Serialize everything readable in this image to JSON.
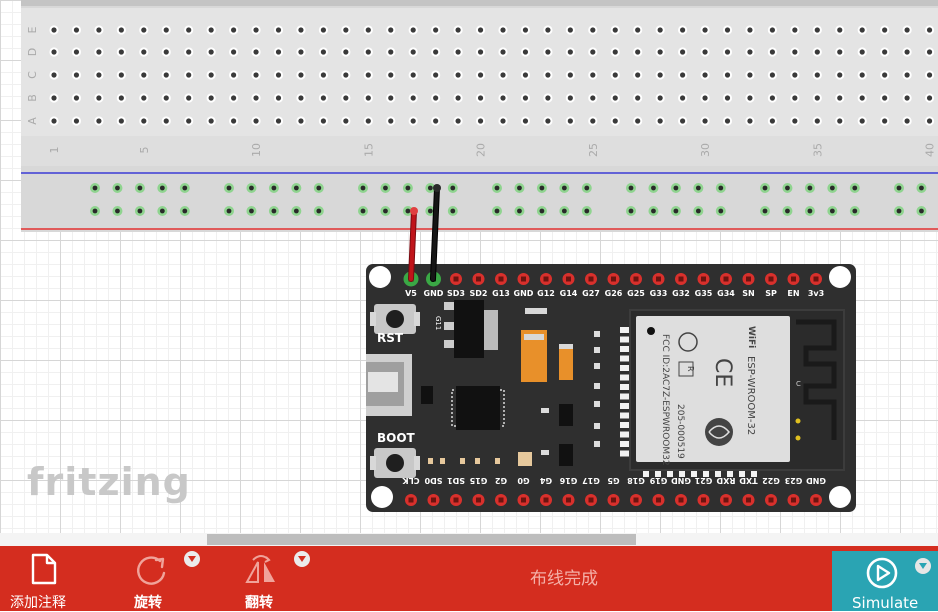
{
  "breadboard": {
    "row_letters": [
      "E",
      "D",
      "C",
      "B",
      "A"
    ],
    "column_numbers": [
      "1",
      "5",
      "10",
      "15",
      "20",
      "25",
      "30",
      "35",
      "40"
    ]
  },
  "esp32": {
    "top_pins": [
      "V5",
      "GND",
      "SD3",
      "SD2",
      "G13",
      "GND",
      "G12",
      "G14",
      "G27",
      "G26",
      "G25",
      "G33",
      "G32",
      "G35",
      "G34",
      "SN",
      "SP",
      "EN",
      "3v3"
    ],
    "bottom_pins": [
      "CLK",
      "SD0",
      "SD1",
      "G15",
      "G2",
      "G0",
      "G4",
      "G16",
      "G17",
      "G5",
      "G18",
      "G19",
      "GND",
      "G21",
      "RXD",
      "TXD",
      "G22",
      "G23",
      "GND"
    ],
    "sub_label": "G11",
    "rst_label": "RST",
    "boot_label": "BOOT",
    "module_label": "ESP-WROOM-32",
    "fcc_label": "FCC ID:2AC7Z-ESPWROOM32",
    "cert_label": "205-000519",
    "wifi_label": "WiFi",
    "r_label": "R",
    "antenna_label": "C"
  },
  "logo": {
    "text": "fritzing"
  },
  "toolbar": {
    "add_note_label": "添加注释",
    "rotate_label": "旋转",
    "flip_label": "翻转",
    "status_text": "布线完成",
    "simulate_label": "Simulate"
  },
  "colors": {
    "toolbar": "#d42d1f",
    "simulate": "#2aa4b3",
    "board": "#2f2f2f",
    "wire_red": "#c0141a",
    "wire_black": "#111111",
    "pin_red": "#d9302c",
    "pin_green": "#3aa845"
  }
}
